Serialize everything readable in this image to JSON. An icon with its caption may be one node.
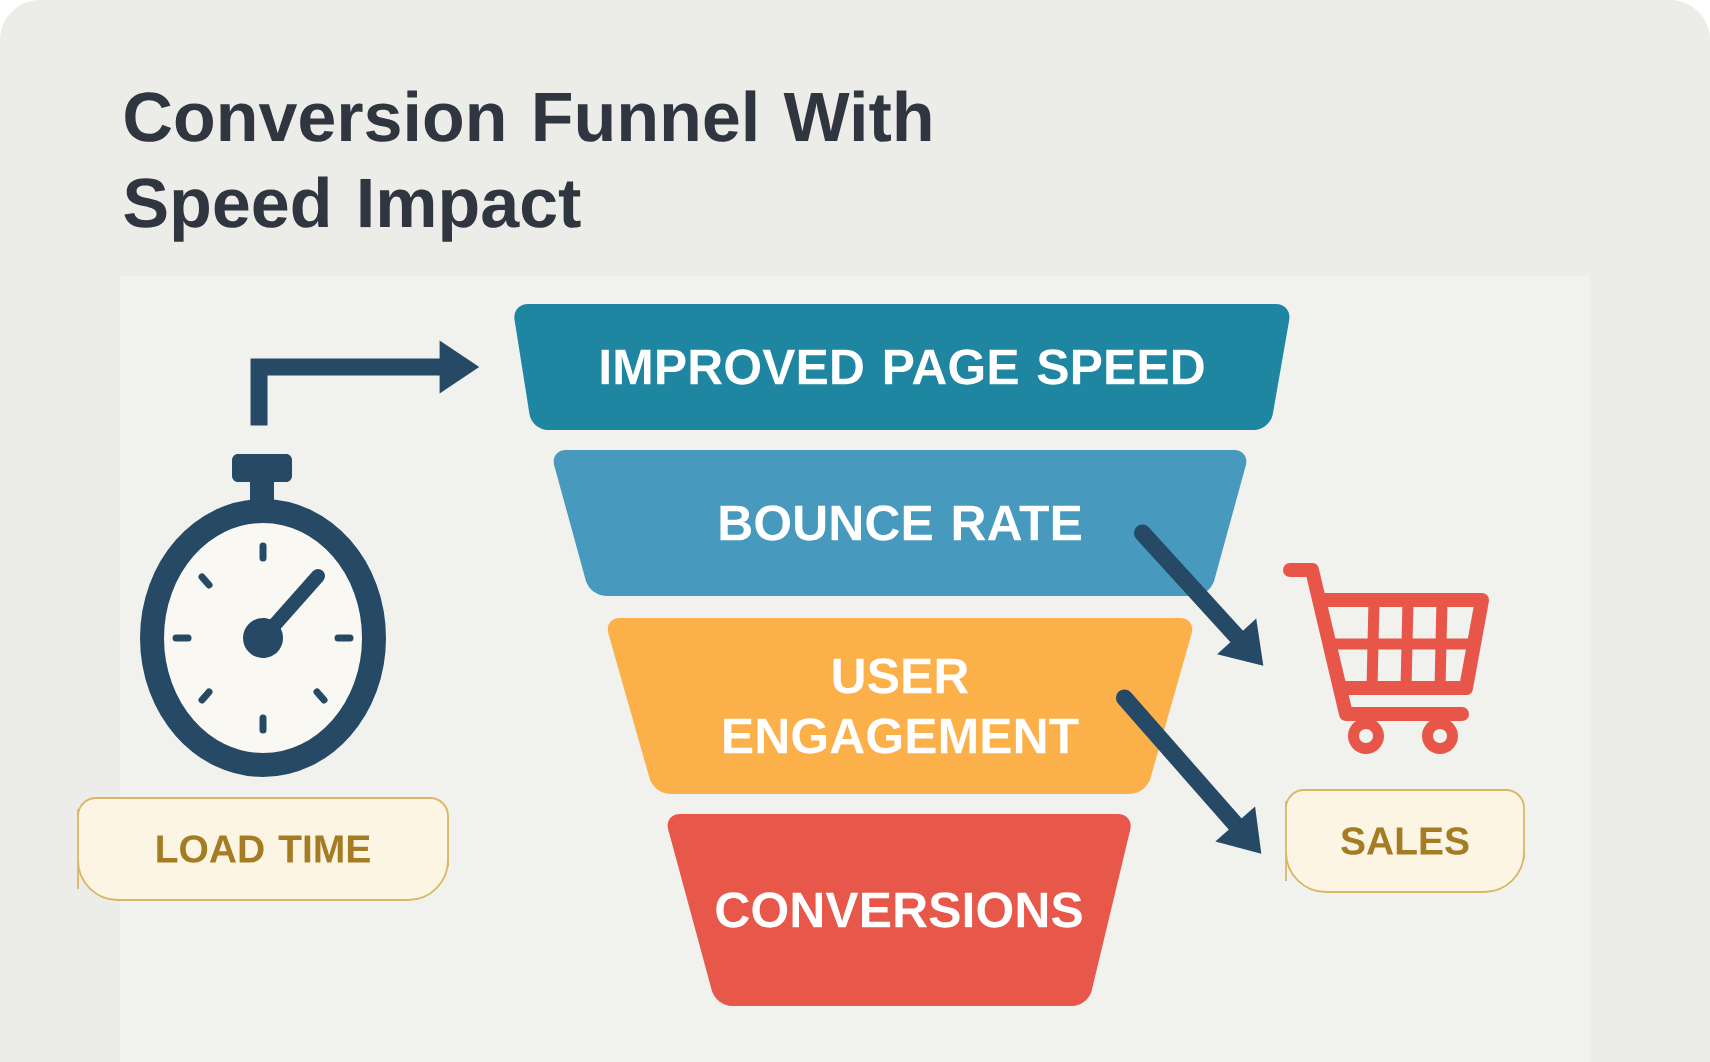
{
  "diagram": {
    "title": "Conversion Funnel With Speed Impact",
    "nodes": [
      {
        "text": [],
        "shape": "picture"
      },
      {
        "text": [
          "LOAD TIME"
        ]
      },
      {
        "text": [
          "IMPROVED PAGE SPEED"
        ]
      },
      {
        "text": [
          "BOUNCE RATE"
        ]
      },
      {
        "text": [
          "USER ENGAGEMENT"
        ]
      },
      {
        "text": [
          "CONVERSIONS"
        ]
      },
      {
        "text": [],
        "shape": "picture"
      },
      {
        "text": [
          "SALES"
        ]
      }
    ],
    "edges": [
      {
        "from": 0,
        "to": 2,
        "arrow": "to"
      },
      {
        "from": 3,
        "to": 6,
        "arrow": "to"
      },
      {
        "from": 4,
        "to": 7,
        "arrow": "to"
      }
    ]
  }
}
